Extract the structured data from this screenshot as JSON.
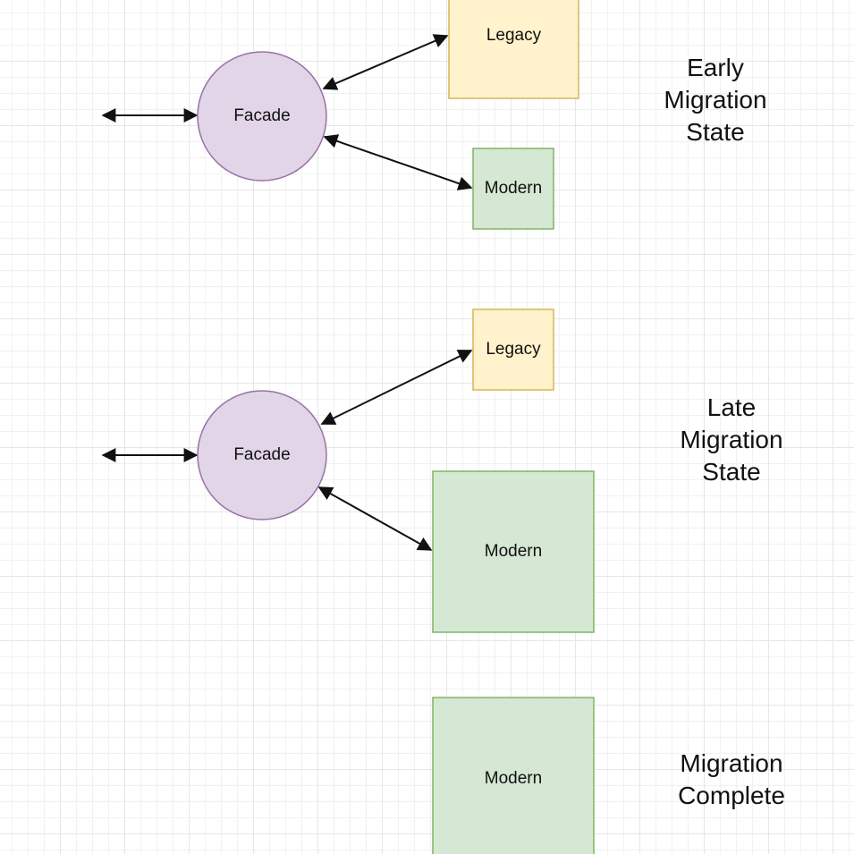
{
  "colors": {
    "facade_fill": "#e1d5e7",
    "facade_stroke": "#9673a6",
    "legacy_fill": "#fff2cc",
    "legacy_stroke": "#d6b656",
    "modern_fill": "#d5e8d4",
    "modern_stroke": "#82b366",
    "arrow": "#111111"
  },
  "stages": [
    {
      "id": "early",
      "title_lines": [
        "Early",
        "Migration",
        "State"
      ],
      "facade_label": "Facade",
      "legacy_label": "Legacy",
      "modern_label": "Modern"
    },
    {
      "id": "late",
      "title_lines": [
        "Late",
        "Migration",
        "State"
      ],
      "facade_label": "Facade",
      "legacy_label": "Legacy",
      "modern_label": "Modern"
    },
    {
      "id": "complete",
      "title_lines": [
        "Migration",
        "Complete"
      ],
      "modern_label": "Modern"
    }
  ]
}
